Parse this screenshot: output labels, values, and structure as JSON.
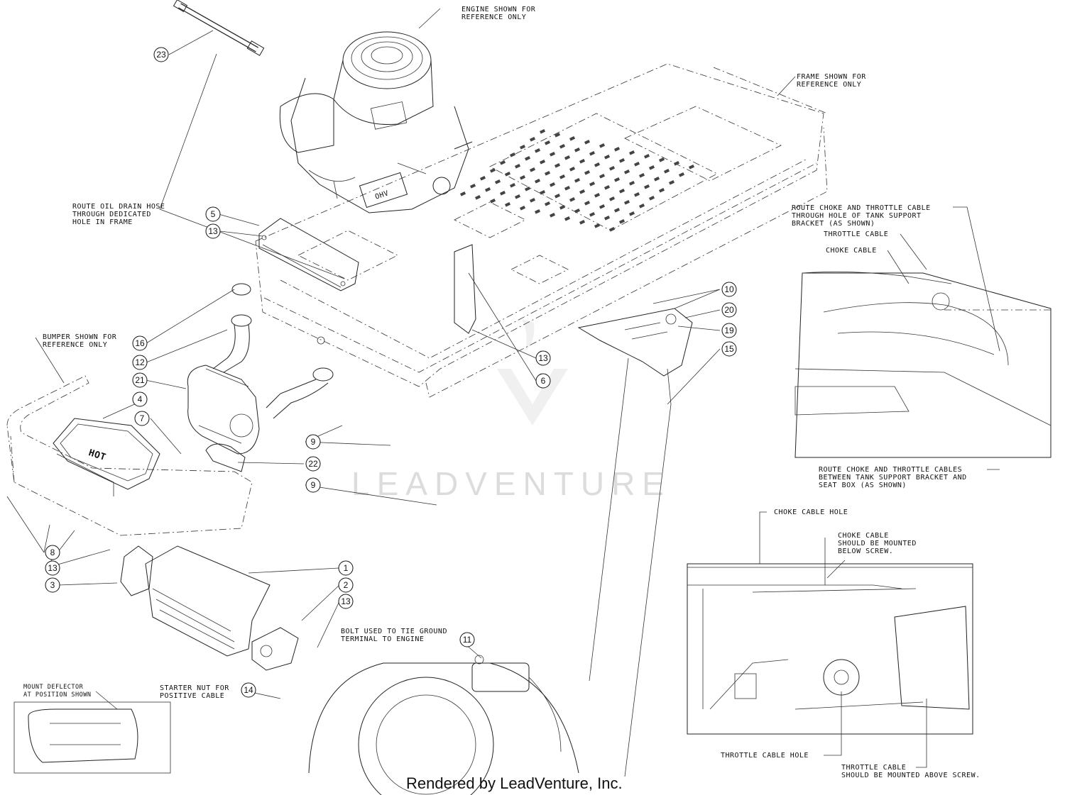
{
  "colors": {
    "ink": "#111111",
    "watermark": "#dcdcdc",
    "background": "#ffffff"
  },
  "notes": {
    "engine": [
      "ENGINE SHOWN FOR",
      "REFERENCE ONLY"
    ],
    "frame": [
      "FRAME SHOWN FOR",
      "REFERENCE ONLY"
    ],
    "oil_drain": [
      "ROUTE OIL DRAIN HOSE",
      "THROUGH DEDICATED",
      "HOLE IN FRAME"
    ],
    "bumper": [
      "BUMPER SHOWN FOR",
      "REFERENCE ONLY"
    ],
    "route_choke_top": [
      "ROUTE CHOKE AND THROTTLE CABLE",
      "THROUGH HOLE OF TANK SUPPORT",
      "BRACKET (AS SHOWN)"
    ],
    "throttle_cable_top": [
      "THROTTLE CABLE"
    ],
    "choke_cable_top": [
      "CHOKE CABLE"
    ],
    "route_choke_bottom": [
      "ROUTE CHOKE AND THROTTLE CABLES",
      "BETWEEN TANK SUPPORT BRACKET AND",
      "SEAT BOX (AS SHOWN)"
    ],
    "choke_cable_hole": [
      "CHOKE CABLE HOLE"
    ],
    "choke_cable_mount": [
      "CHOKE CABLE",
      "SHOULD BE MOUNTED",
      "BELOW SCREW."
    ],
    "throttle_cable_hole": [
      "THROTTLE CABLE HOLE"
    ],
    "throttle_cable_mount": [
      "THROTTLE CABLE",
      "SHOULD BE MOUNTED ABOVE SCREW."
    ],
    "ground_bolt": [
      "BOLT USED TO TIE GROUND",
      "TERMINAL TO ENGINE"
    ],
    "starter_nut": [
      "STARTER NUT FOR",
      "POSITIVE CABLE"
    ],
    "deflector": [
      "MOUNT DEFLECTOR",
      "AT POSITION SHOWN"
    ]
  },
  "engine_badge": "OHV",
  "muffler_label": "HOT",
  "watermark": "LEADVENTURE",
  "footer": "Rendered by LeadVenture, Inc.",
  "callouts": [
    "23",
    "5",
    "13",
    "16",
    "12",
    "21",
    "4",
    "7",
    "22",
    "9",
    "9",
    "8",
    "13",
    "3",
    "1",
    "2",
    "13",
    "6",
    "13",
    "10",
    "20",
    "19",
    "15",
    "11",
    "14"
  ]
}
